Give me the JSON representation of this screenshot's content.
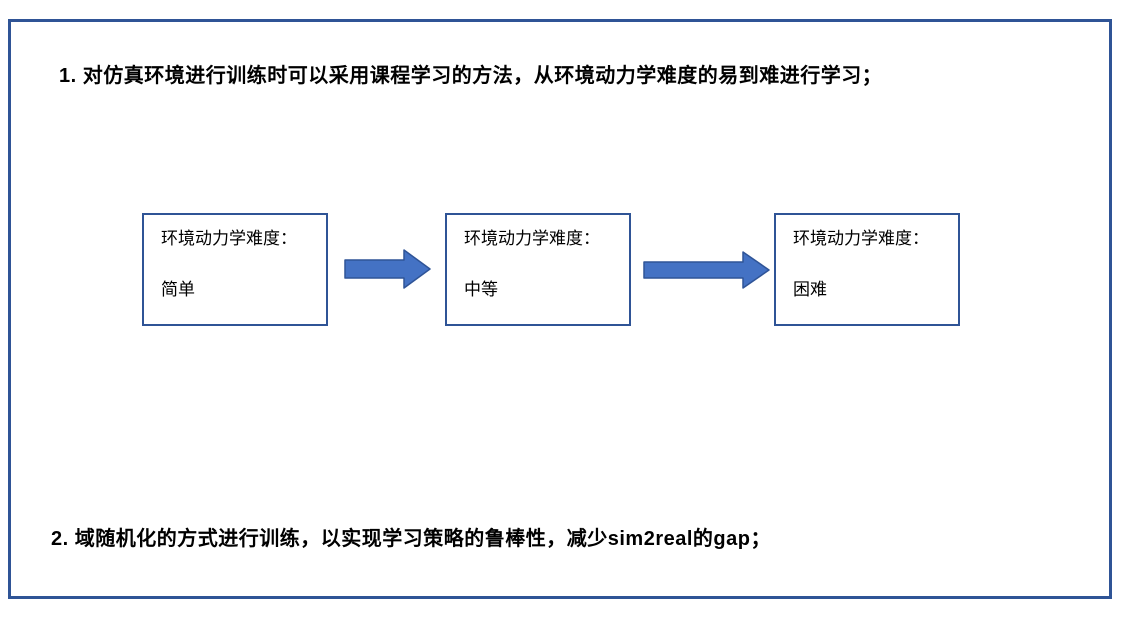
{
  "notes": {
    "point1": "1. 对仿真环境进行训练时可以采用课程学习的方法，从环境动力学难度的易到难进行学习；",
    "point2": "2. 域随机化的方式进行训练，以实现学习策略的鲁棒性，减少sim2real的gap；"
  },
  "flow": {
    "boxes": [
      {
        "label": "环境动力学难度：",
        "value": "简单"
      },
      {
        "label": "环境动力学难度：",
        "value": "中等"
      },
      {
        "label": "环境动力学难度：",
        "value": "困难"
      }
    ],
    "arrow_count": 2,
    "direction": "left-to-right"
  },
  "colors": {
    "frame_border": "#2F5496",
    "box_border": "#2F5496",
    "arrow_fill": "#4472C4",
    "arrow_stroke": "#2F5497",
    "text": "#000000",
    "background": "#FFFFFF"
  }
}
